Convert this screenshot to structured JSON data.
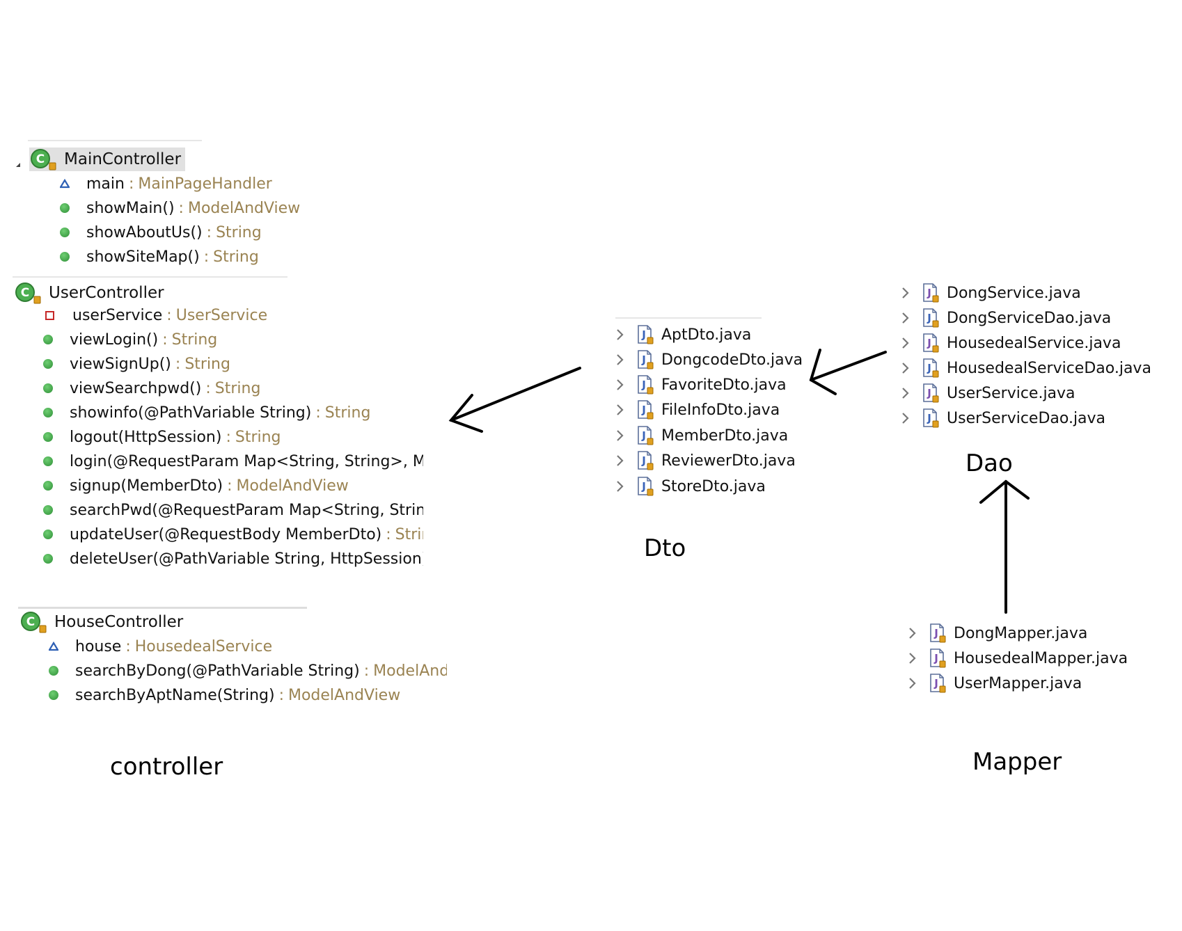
{
  "controller": {
    "label": "controller",
    "classes": [
      {
        "name": "MainController",
        "members": [
          {
            "kind": "field-default",
            "name": "main",
            "type": "MainPageHandler"
          },
          {
            "kind": "method-public",
            "name": "showMain()",
            "type": "ModelAndView"
          },
          {
            "kind": "method-public",
            "name": "showAboutUs()",
            "type": "String"
          },
          {
            "kind": "method-public",
            "name": "showSiteMap()",
            "type": "String"
          }
        ]
      },
      {
        "name": "UserController",
        "members": [
          {
            "kind": "field-private",
            "name": "userService",
            "type": "UserService"
          },
          {
            "kind": "method-public",
            "name": "viewLogin()",
            "type": "String"
          },
          {
            "kind": "method-public",
            "name": "viewSignUp()",
            "type": "String"
          },
          {
            "kind": "method-public",
            "name": "viewSearchpwd()",
            "type": "String"
          },
          {
            "kind": "method-public",
            "name": "showinfo(@PathVariable String)",
            "type": "String"
          },
          {
            "kind": "method-public",
            "name": "logout(HttpSession)",
            "type": "String"
          },
          {
            "kind": "method-public",
            "name": "login(@RequestParam Map<String, String>, Mod",
            "type": ""
          },
          {
            "kind": "method-public",
            "name": "signup(MemberDto)",
            "type": "ModelAndView"
          },
          {
            "kind": "method-public",
            "name": "searchPwd(@RequestParam Map<String, String>",
            "type": ""
          },
          {
            "kind": "method-public",
            "name": "updateUser(@RequestBody MemberDto)",
            "type": "String"
          },
          {
            "kind": "method-public",
            "name": "deleteUser(@PathVariable String, HttpSession)",
            "type": ""
          }
        ]
      },
      {
        "name": "HouseController",
        "members": [
          {
            "kind": "field-default",
            "name": "house",
            "type": "HousedealService"
          },
          {
            "kind": "method-public",
            "name": "searchByDong(@PathVariable String)",
            "type": "ModelAnd"
          },
          {
            "kind": "method-public",
            "name": "searchByAptName(String)",
            "type": "ModelAndView"
          }
        ]
      }
    ]
  },
  "dto": {
    "label": "Dto",
    "files": [
      "AptDto.java",
      "DongcodeDto.java",
      "FavoriteDto.java",
      "FileInfoDto.java",
      "MemberDto.java",
      "ReviewerDto.java",
      "StoreDto.java"
    ]
  },
  "dao": {
    "label": "Dao",
    "files": [
      "DongService.java",
      "DongServiceDao.java",
      "HousedealService.java",
      "HousedealServiceDao.java",
      "UserService.java",
      "UserServiceDao.java"
    ]
  },
  "mapper": {
    "label": "Mapper",
    "files": [
      "DongMapper.java",
      "HousedealMapper.java",
      "UserMapper.java"
    ]
  },
  "colors": {
    "type_text": "#9a8352",
    "public_method": "#3a9b41",
    "private_field": "#c62828",
    "default_field": "#2d5fb4",
    "class_icon": "#3f9b44",
    "interface_icon": "#7b4fb0",
    "arrow": "#000000"
  }
}
